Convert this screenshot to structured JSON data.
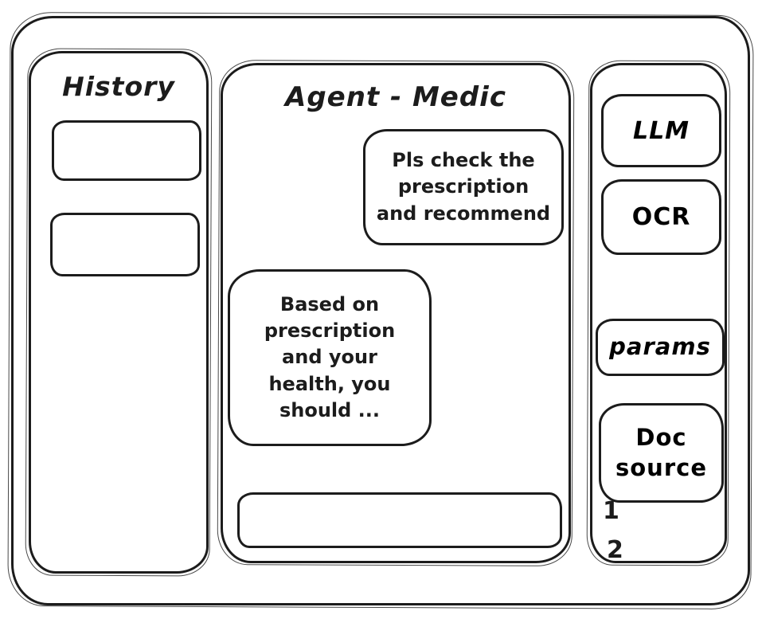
{
  "theme": {
    "stroke_color": "#1c1c1c",
    "background_color": "#ffffff"
  },
  "history_panel": {
    "title": "History",
    "items": [
      {
        "label": ""
      },
      {
        "label": ""
      }
    ]
  },
  "chat_panel": {
    "title": "Agent - Medic",
    "messages": [
      {
        "role": "user",
        "text": "Pls check the\nprescription\nand recommend"
      },
      {
        "role": "assistant",
        "text": "Based on\nprescription\nand your\nhealth, you\nshould ..."
      }
    ],
    "input": {
      "value": ""
    }
  },
  "tools_panel": {
    "buttons": [
      {
        "label": "LLM"
      },
      {
        "label": "OCR"
      },
      {
        "label": "params"
      },
      {
        "label": "Doc\nsource"
      }
    ],
    "doc_source_items": [
      "1",
      "2"
    ]
  }
}
